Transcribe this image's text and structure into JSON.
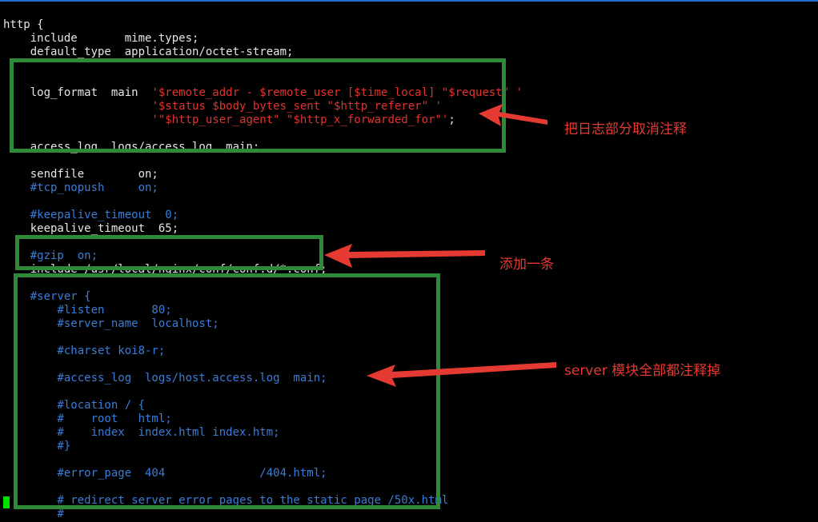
{
  "terminal": {
    "lines": [
      {
        "tokens": [
          {
            "t": "http {",
            "c": "white"
          }
        ]
      },
      {
        "tokens": [
          {
            "t": "    include       mime.types;",
            "c": "white"
          }
        ]
      },
      {
        "tokens": [
          {
            "t": "    default_type  application/octet-stream;",
            "c": "white"
          }
        ]
      },
      {
        "tokens": [
          {
            "t": "",
            "c": "white"
          }
        ]
      },
      {
        "tokens": [
          {
            "t": "",
            "c": "white"
          }
        ]
      },
      {
        "tokens": [
          {
            "t": "    log_format  main  ",
            "c": "white"
          },
          {
            "t": "'$remote_addr - $remote_user [$time_local] \"$request\" '",
            "c": "red"
          }
        ]
      },
      {
        "tokens": [
          {
            "t": "                      ",
            "c": "white"
          },
          {
            "t": "'$status $body_bytes_sent \"$http_referer\" '",
            "c": "red"
          }
        ]
      },
      {
        "tokens": [
          {
            "t": "                      ",
            "c": "white"
          },
          {
            "t": "'\"$http_user_agent\" \"$http_x_forwarded_for\"'",
            "c": "red"
          },
          {
            "t": ";",
            "c": "white"
          }
        ]
      },
      {
        "tokens": [
          {
            "t": "",
            "c": "white"
          }
        ]
      },
      {
        "tokens": [
          {
            "t": "    access_log  logs/access.log  main;",
            "c": "white"
          }
        ]
      },
      {
        "tokens": [
          {
            "t": "",
            "c": "white"
          }
        ]
      },
      {
        "tokens": [
          {
            "t": "    sendfile        on;",
            "c": "white"
          }
        ]
      },
      {
        "tokens": [
          {
            "t": "    #tcp_nopush     on;",
            "c": "blue"
          }
        ]
      },
      {
        "tokens": [
          {
            "t": "",
            "c": "white"
          }
        ]
      },
      {
        "tokens": [
          {
            "t": "    #keepalive_timeout  0;",
            "c": "blue"
          }
        ]
      },
      {
        "tokens": [
          {
            "t": "    keepalive_timeout  65;",
            "c": "white"
          }
        ]
      },
      {
        "tokens": [
          {
            "t": "",
            "c": "white"
          }
        ]
      },
      {
        "tokens": [
          {
            "t": "    #gzip  on;",
            "c": "blue"
          }
        ]
      },
      {
        "tokens": [
          {
            "t": "    include /usr/local/nginx/conf/conf.d/*.conf;",
            "c": "white"
          }
        ]
      },
      {
        "tokens": [
          {
            "t": "",
            "c": "white"
          }
        ]
      },
      {
        "tokens": [
          {
            "t": "    #server {",
            "c": "blue"
          }
        ]
      },
      {
        "tokens": [
          {
            "t": "        #listen       80;",
            "c": "blue"
          }
        ]
      },
      {
        "tokens": [
          {
            "t": "        #server_name  localhost;",
            "c": "blue"
          }
        ]
      },
      {
        "tokens": [
          {
            "t": "",
            "c": "white"
          }
        ]
      },
      {
        "tokens": [
          {
            "t": "        #charset koi8-r;",
            "c": "blue"
          }
        ]
      },
      {
        "tokens": [
          {
            "t": "",
            "c": "white"
          }
        ]
      },
      {
        "tokens": [
          {
            "t": "        #access_log  logs/host.access.log  main;",
            "c": "blue"
          }
        ]
      },
      {
        "tokens": [
          {
            "t": "",
            "c": "white"
          }
        ]
      },
      {
        "tokens": [
          {
            "t": "        #location / {",
            "c": "blue"
          }
        ]
      },
      {
        "tokens": [
          {
            "t": "        #    root   html;",
            "c": "blue"
          }
        ]
      },
      {
        "tokens": [
          {
            "t": "        #    index  index.html index.htm;",
            "c": "blue"
          }
        ]
      },
      {
        "tokens": [
          {
            "t": "        #}",
            "c": "blue"
          }
        ]
      },
      {
        "tokens": [
          {
            "t": "",
            "c": "white"
          }
        ]
      },
      {
        "tokens": [
          {
            "t": "        #error_page  404              /404.html;",
            "c": "blue"
          }
        ]
      },
      {
        "tokens": [
          {
            "t": "",
            "c": "white"
          }
        ]
      },
      {
        "tokens": [
          {
            "t": "        # redirect server error pages to the static page /50x.html",
            "c": "blue"
          }
        ]
      },
      {
        "tokens": [
          {
            "t": "        #",
            "c": "blue"
          }
        ]
      }
    ]
  },
  "annotations": {
    "log_note": "把日志部分取消注释",
    "include_note": "添加一条",
    "server_note": "server 模块全部都注释掉"
  },
  "colors": {
    "background": "#000000",
    "text": "#e6e6e6",
    "string": "#e0332f",
    "comment": "#3a7dd8",
    "highlight_box": "#2f8a37",
    "annotation": "#e53a32",
    "cursor": "#00e000"
  },
  "icons": {
    "arrow": "red-arrow-icon",
    "cursor": "block-cursor"
  }
}
